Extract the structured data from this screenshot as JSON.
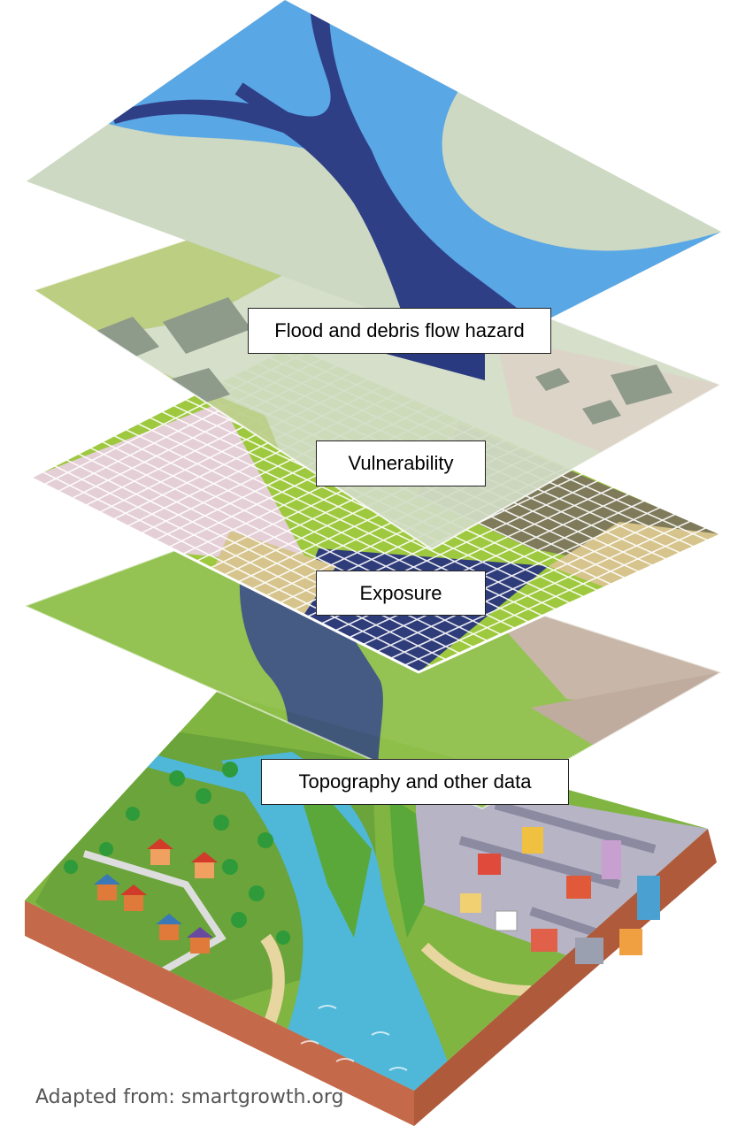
{
  "labels": {
    "hazard": "Flood and debris flow hazard",
    "vulnerability": "Vulnerability",
    "exposure": "Exposure",
    "topography": "Topography and other data"
  },
  "credit": "Adapted from: smartgrowth.org",
  "colors": {
    "water_light": "#5aa7e6",
    "water_dark": "#2f3f86",
    "land_pale": "#cdd9c2",
    "grass": "#8fc04a",
    "grid_green": "#9ec93f",
    "grid_pink": "#e4cfd6",
    "grid_olive": "#7f7a5a",
    "grid_tan": "#d6c48c",
    "grid_navy": "#2f3c7a",
    "soil": "#c06a4a",
    "river": "#4fb7d8"
  }
}
